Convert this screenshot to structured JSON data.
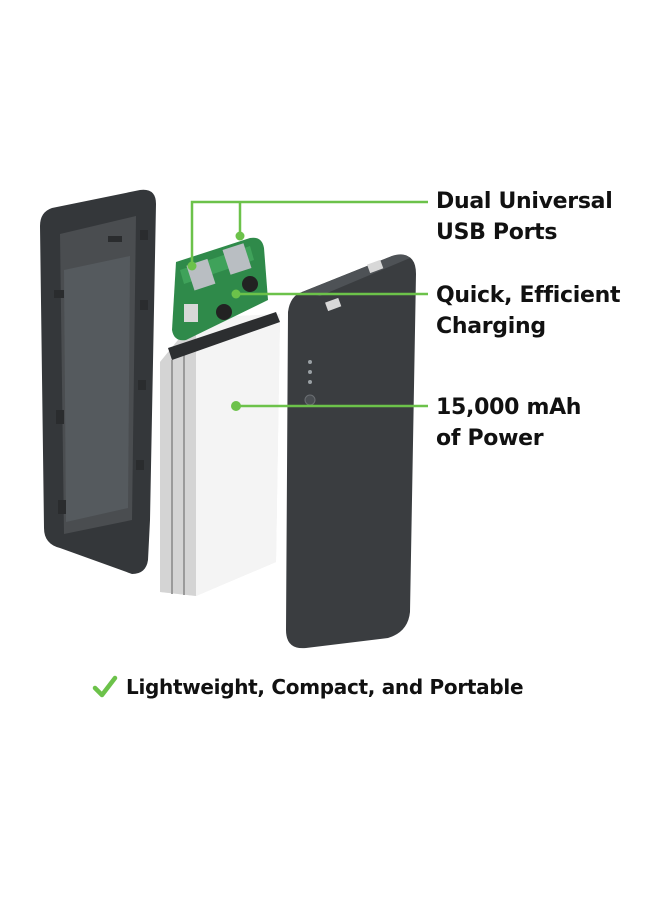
{
  "callouts": {
    "ports": "Dual Universal\nUSB Ports",
    "charging": "Quick, Efficient\nCharging",
    "power": "15,000 mAh\nof Power"
  },
  "feature": {
    "icon": "checkmark-icon",
    "text": "Lightweight, Compact, and Portable"
  },
  "colors": {
    "accent": "#6cc24a",
    "shell": "#3a3d40",
    "battery": "#e6e6e6",
    "circuit_board": "#2f8a4a"
  }
}
